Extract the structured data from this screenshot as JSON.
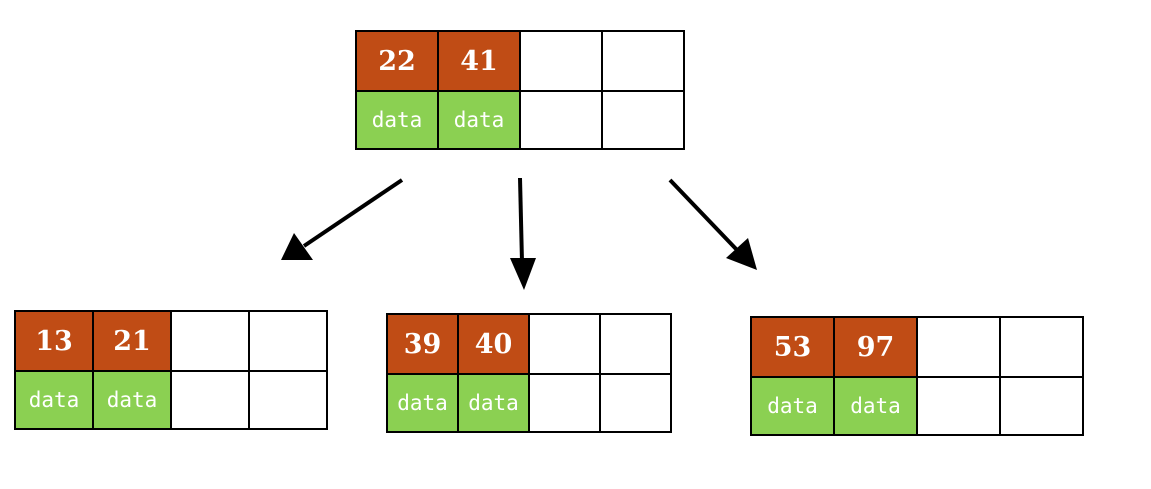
{
  "colors": {
    "key_fill": "#c04c15",
    "data_fill": "#8bd052",
    "empty_fill": "#ffffff",
    "border": "#000000"
  },
  "root": {
    "keys": [
      "22",
      "41",
      "",
      ""
    ],
    "data": [
      "data",
      "data",
      "",
      ""
    ]
  },
  "children": [
    {
      "keys": [
        "13",
        "21",
        "",
        ""
      ],
      "data": [
        "data",
        "data",
        "",
        ""
      ]
    },
    {
      "keys": [
        "39",
        "40",
        "",
        ""
      ],
      "data": [
        "data",
        "data",
        "",
        ""
      ]
    },
    {
      "keys": [
        "53",
        "97",
        "",
        ""
      ],
      "data": [
        "data",
        "data",
        "",
        ""
      ]
    }
  ]
}
